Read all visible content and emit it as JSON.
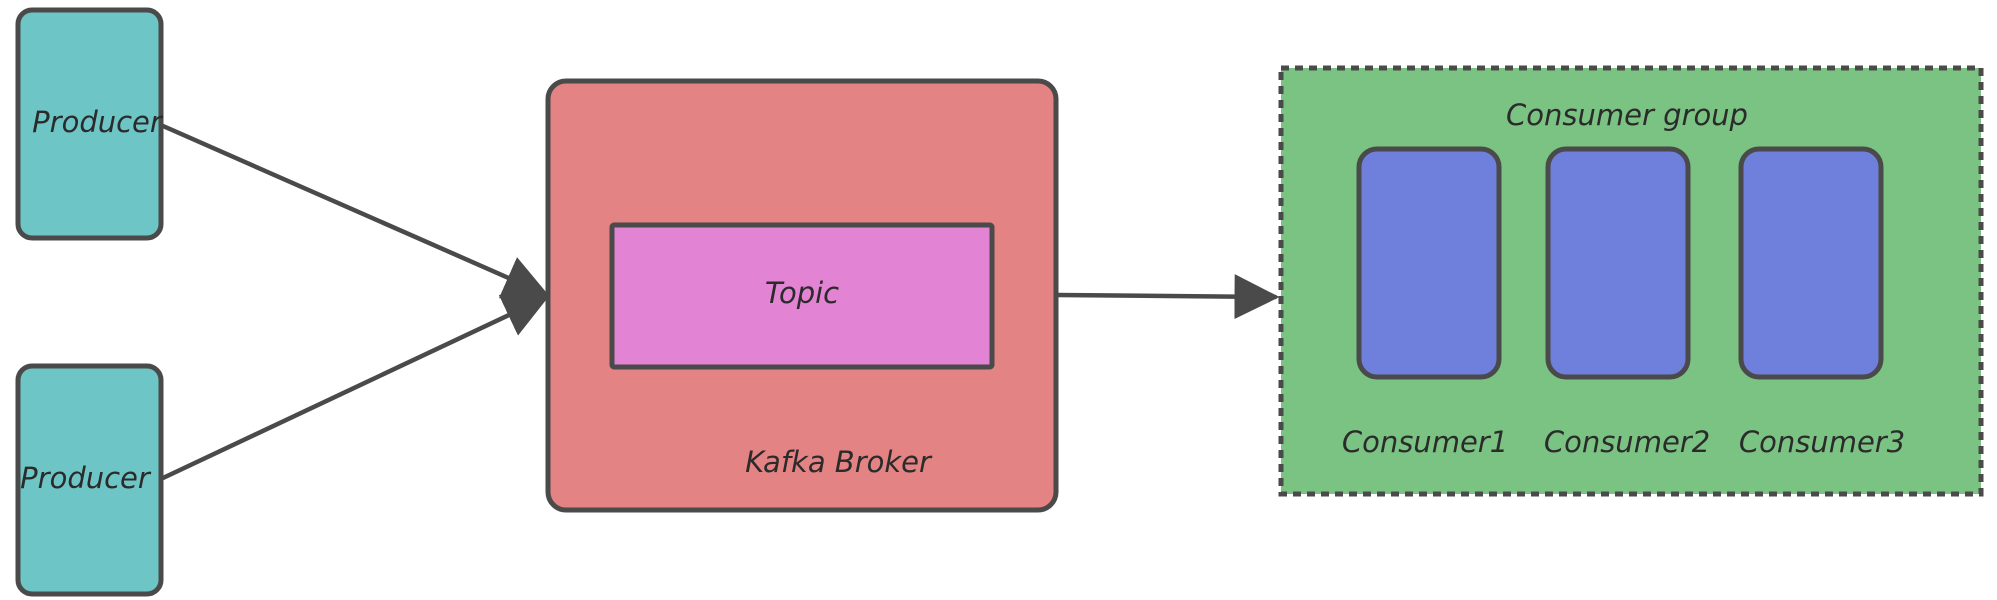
{
  "producers": [
    {
      "label": "Producer"
    },
    {
      "label": "Producer"
    }
  ],
  "broker": {
    "label": "Kafka Broker",
    "topic_label": "Topic"
  },
  "consumer_group": {
    "label": "Consumer group",
    "consumers": [
      {
        "label": "Consumer1"
      },
      {
        "label": "Consumer2"
      },
      {
        "label": "Consumer3"
      }
    ]
  },
  "colors": {
    "producer_fill": "#6ec5c5",
    "broker_fill": "#e38383",
    "topic_fill": "#e283d3",
    "group_fill": "#7bc383",
    "consumer_fill": "#6e80db",
    "stroke": "#4a4a4a",
    "text": "#2b2b2b"
  }
}
